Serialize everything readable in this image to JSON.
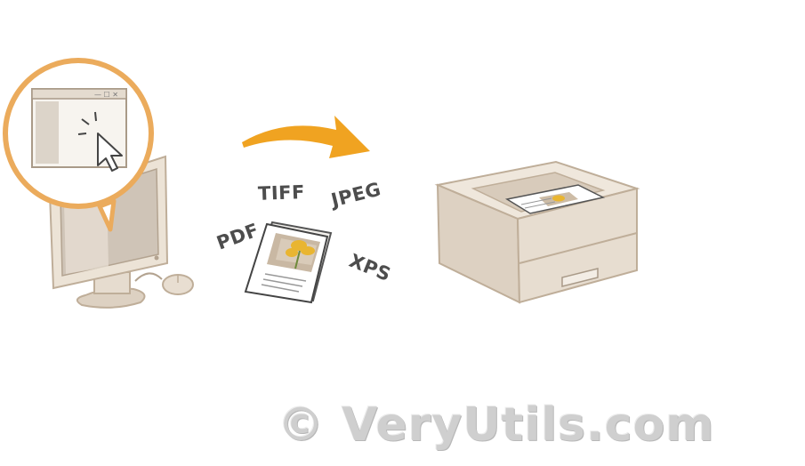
{
  "formats": {
    "tiff": "TIFF",
    "jpeg": "JPEG",
    "pdf": "PDF",
    "xps": "XPS"
  },
  "watermark": "© VeryUtils.com",
  "colors": {
    "arrow": "#f0a321",
    "bubble_ring": "#ebab5c",
    "device_beige": "#e7ddd0",
    "device_shadow": "#c9b9a5",
    "text": "#4d4d4d",
    "watermark": "#cfcfcf"
  },
  "icons": [
    "computer-monitor-icon",
    "mouse-icon",
    "window-pointer-icon",
    "document-icon",
    "arrow-icon",
    "printer-icon"
  ]
}
